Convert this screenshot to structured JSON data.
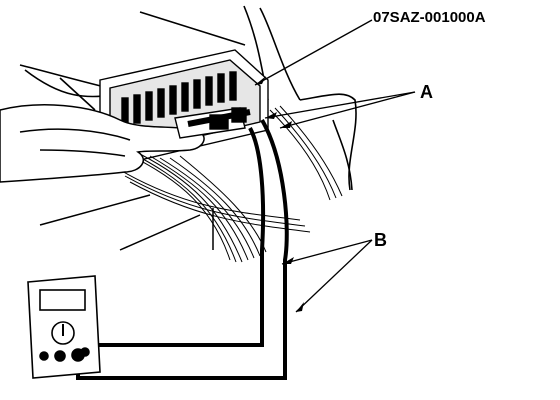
{
  "diagram": {
    "part_number": "07SAZ-001000A",
    "callout_a": "A",
    "callout_b": "B"
  },
  "icons": {
    "multimeter": "multimeter-icon",
    "hand": "hand-icon",
    "connector": "connector-icon"
  },
  "colors": {
    "ink": "#000000",
    "background": "#ffffff"
  }
}
